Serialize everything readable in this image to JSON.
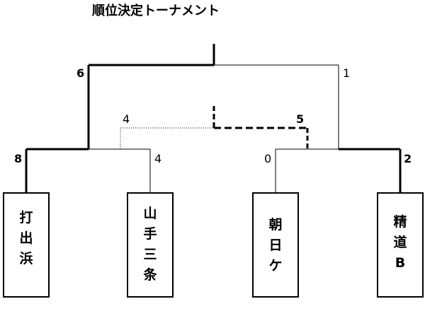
{
  "title": "順位決定トーナメント",
  "teams": [
    {
      "name": [
        "打",
        "出",
        "浜"
      ]
    },
    {
      "name": [
        "山",
        "手",
        "三",
        "条"
      ]
    },
    {
      "name": [
        "朝",
        "日",
        "ケ"
      ]
    },
    {
      "name": [
        "精",
        "道",
        "B"
      ]
    }
  ],
  "scores": {
    "team1": "8",
    "team2": "4",
    "team3": "0",
    "team4": "2",
    "semi_left": "6",
    "semi_right": "1",
    "third_left": "4",
    "third_right": "5"
  }
}
